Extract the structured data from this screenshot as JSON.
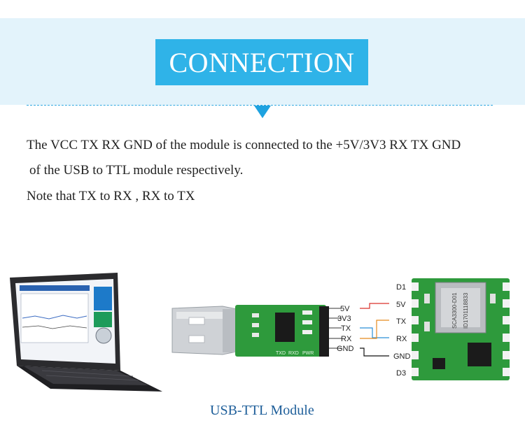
{
  "header": {
    "title": "CONNECTION"
  },
  "text": {
    "line1": "The VCC TX RX GND of the module is connected to the +5V/3V3 RX TX GND",
    "line2": "of the USB to TTL module respectively.",
    "line3": "Note that TX to RX , RX to TX"
  },
  "usb_module": {
    "pins": [
      "5V",
      "3V3",
      "TX",
      "RX",
      "GND"
    ],
    "board_marks": [
      "TXD",
      "RXD",
      "PWR"
    ],
    "caption": "USB-TTL Module"
  },
  "sensor_module": {
    "pins": [
      "D1",
      "5V",
      "TX",
      "RX",
      "GND",
      "D3"
    ],
    "chip_text": [
      "SCA3300-D01",
      "ID1701118833"
    ]
  },
  "colors": {
    "accent": "#2fb3e8",
    "banner_bg": "#e3f3fb",
    "pcb_green": "#2e9a3c",
    "wire_red": "#d9302b",
    "wire_blue": "#2a8fd8",
    "wire_orange": "#e58a1f",
    "wire_black": "#111111",
    "caption": "#1f5f9a"
  }
}
